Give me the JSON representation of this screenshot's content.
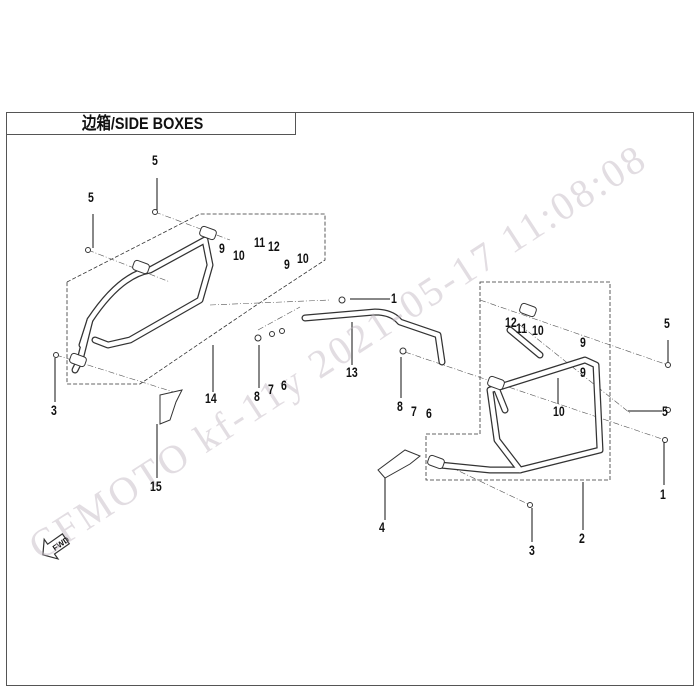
{
  "title": "边箱/SIDE BOXES",
  "watermark": "CFMOTO  kf-11y  2021-05-17  11:08:08",
  "fwd_label": "FWD",
  "callouts": {
    "a5": "5",
    "b5": "5",
    "a9": "9",
    "a10": "10",
    "a11": "11",
    "a12": "12",
    "b9": "9",
    "b10": "10",
    "a1": "1",
    "c12": "12",
    "c11": "11",
    "c10": "10",
    "c5": "5",
    "c9": "9",
    "d9": "9",
    "d10": "10",
    "d5": "5",
    "a8": "8",
    "a7": "7",
    "a6": "6",
    "a14": "14",
    "a13": "13",
    "a3": "3",
    "b8": "8",
    "b7": "7",
    "b6": "6",
    "a15": "15",
    "a4": "4",
    "b3": "3",
    "a2": "2",
    "b1": "1"
  }
}
